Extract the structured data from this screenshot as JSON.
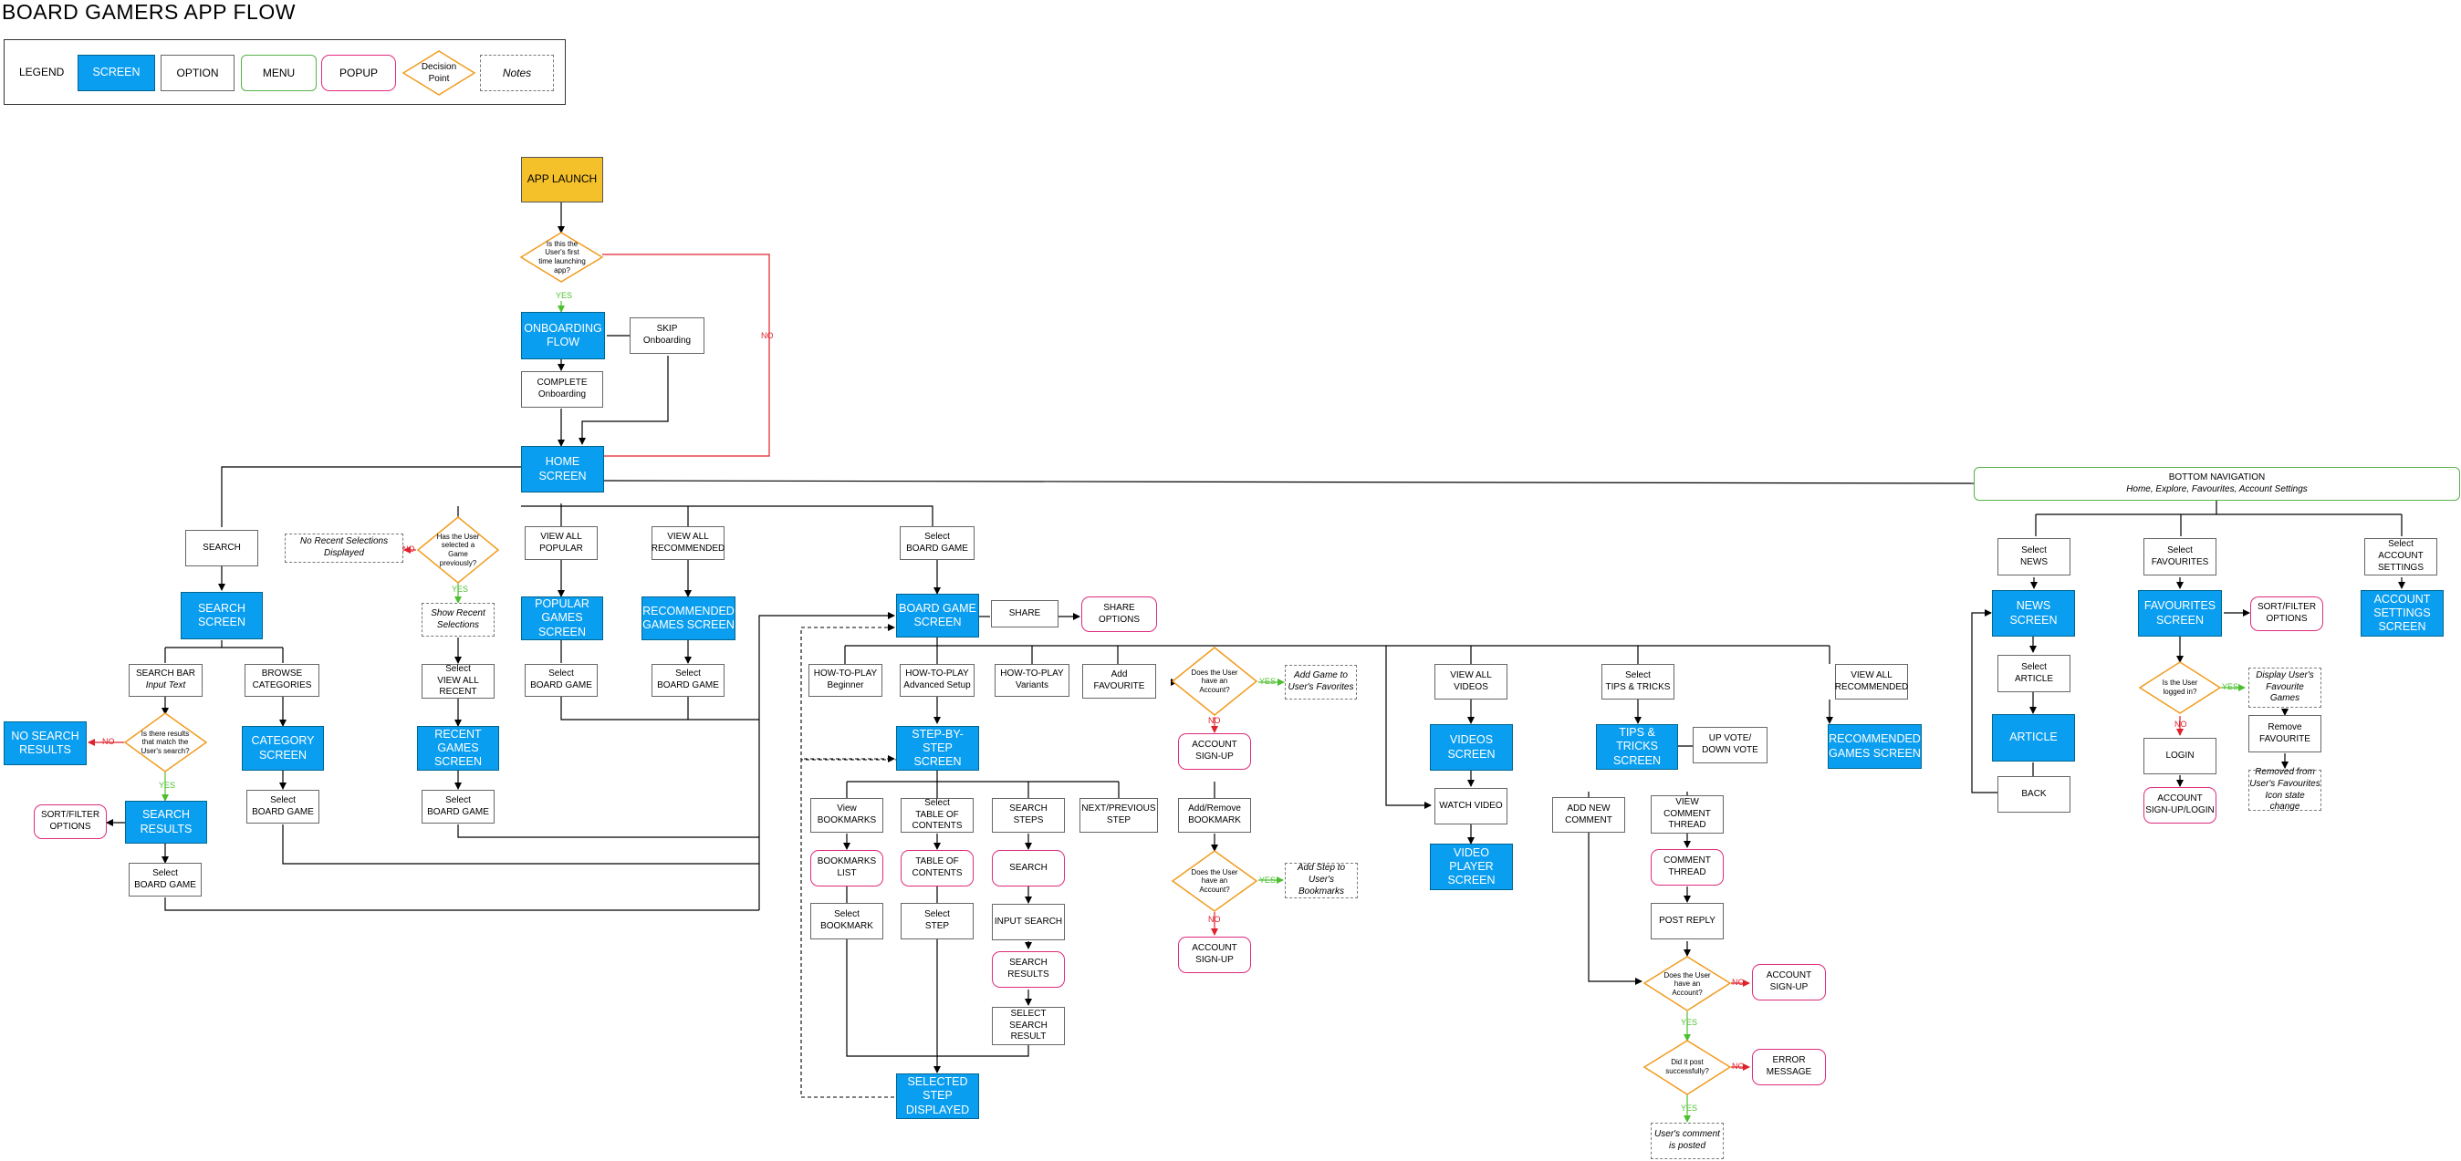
{
  "title": "BOARD GAMERS APP FLOW",
  "legend": {
    "label": "LEGEND",
    "items": {
      "screen": "SCREEN",
      "option": "OPTION",
      "menu": "MENU",
      "popup": "POPUP",
      "decision": "Decision\nPoint",
      "notes": "Notes"
    }
  },
  "colors": {
    "screen": "#0a9ef0",
    "launch": "#f5c12a",
    "menu_border": "#55b347",
    "popup_border": "#de2b7d",
    "decision_border": "#f29b1d",
    "yes": "#4cbf2f",
    "no": "#e0202a"
  },
  "labels": {
    "yes": "YES",
    "no": "NO"
  },
  "nodes": {
    "app_launch": "APP LAUNCH",
    "d_first_launch": "Is this the\nUser's first\ntime launching\napp?",
    "onboarding_flow": "ONBOARDING\nFLOW",
    "skip_onboarding": "SKIP\nOnboarding",
    "complete_onboarding": "COMPLETE\nOnboarding",
    "home_screen": "HOME\nSCREEN",
    "bottom_navigation": "BOTTOM NAVIGATION",
    "bottom_navigation_sub": "Home, Explore, Favourites, Account Settings",
    "search": "SEARCH",
    "d_recent": "Has the User\nselected a\nGame\npreviously?",
    "no_recent": "No Recent Selections\nDisplayed",
    "view_all_popular": "VIEW ALL\nPOPULAR",
    "view_all_recommended": "VIEW ALL\nRECOMMENDED",
    "select_board_game_home": "Select\nBOARD GAME",
    "search_screen": "SEARCH\nSCREEN",
    "show_recent": "Show Recent\nSelections",
    "popular_games_screen": "POPULAR\nGAMES\nSCREEN",
    "recommended_games_screen": "RECOMMENDED\nGAMES SCREEN",
    "board_game_screen": "BOARD GAME\nSCREEN",
    "share": "SHARE",
    "share_options": "SHARE\nOPTIONS",
    "search_bar_line1": "SEARCH BAR",
    "search_bar_line2": "Input Text",
    "browse_categories": "BROWSE\nCATEGORIES",
    "select_view_all_recent": "Select\nVIEW ALL\nRECENT",
    "select_board_game_popular": "Select\nBOARD GAME",
    "select_board_game_recommended": "Select\nBOARD GAME",
    "how_to_play_beginner": "HOW-TO-PLAY\nBeginner",
    "how_to_play_advanced": "HOW-TO-PLAY\nAdvanced Setup",
    "how_to_play_variants": "HOW-TO-PLAY\nVariants",
    "add_favourite": "Add\nFAVOURITE",
    "d_account_fav": "Does the User\nhave an\nAccount?",
    "add_game_favorites": "Add Game to\nUser's Favorites",
    "account_signup_fav": "ACCOUNT\nSIGN-UP",
    "d_search_match": "Is there results\nthat match the\nUser's search?",
    "no_search_results": "NO SEARCH\nRESULTS",
    "category_screen": "CATEGORY\nSCREEN",
    "recent_games_screen": "RECENT\nGAMES\nSCREEN",
    "step_by_step_screen": "STEP-BY-STEP\nSCREEN",
    "sort_filter_search": "SORT/FILTER\nOPTIONS",
    "search_results_screen": "SEARCH\nRESULTS",
    "select_board_game_category": "Select\nBOARD GAME",
    "select_board_game_recent": "Select\nBOARD GAME",
    "select_board_game_results": "Select\nBOARD GAME",
    "view_bookmarks": "View\nBOOKMARKS",
    "select_toc": "Select\nTABLE OF\nCONTENTS",
    "search_steps": "SEARCH\nSTEPS",
    "next_previous_step": "NEXT/PREVIOUS\nSTEP",
    "add_remove_bookmark": "Add/Remove\nBOOKMARK",
    "bookmarks_list": "BOOKMARKS\nLIST",
    "table_of_contents": "TABLE OF\nCONTENTS",
    "search_popup": "SEARCH",
    "d_account_bookmark": "Does the User\nhave an\nAccount?",
    "add_step_bookmarks": "Add Step to\nUser's\nBookmarks",
    "select_bookmark": "Select\nBOOKMARK",
    "select_step": "Select\nSTEP",
    "input_search": "INPUT SEARCH",
    "search_results_popup": "SEARCH\nRESULTS",
    "select_search_result": "SELECT\nSEARCH\nRESULT",
    "account_signup_bookmark": "ACCOUNT\nSIGN-UP",
    "selected_step_displayed": "SELECTED\nSTEP\nDISPLAYED",
    "view_all_videos": "VIEW ALL\nVIDEOS",
    "select_tips_tricks": "Select\nTIPS & TRICKS",
    "view_all_recommended_bg": "VIEW ALL\nRECOMMENDED",
    "videos_screen": "VIDEOS\nSCREEN",
    "tips_tricks_screen": "TIPS & TRICKS\nSCREEN",
    "up_down_vote": "UP VOTE/\nDOWN VOTE",
    "recommended_games_screen_2": "RECOMMENDED\nGAMES SCREEN",
    "watch_video": "WATCH VIDEO",
    "add_new_comment": "ADD NEW\nCOMMENT",
    "view_comment_thread": "VIEW\nCOMMENT\nTHREAD",
    "video_player_screen": "VIDEO PLAYER\nSCREEN",
    "comment_thread": "COMMENT\nTHREAD",
    "post_reply": "POST REPLY",
    "d_account_comment": "Does the User\nhave an\nAccount?",
    "account_signup_comment": "ACCOUNT\nSIGN-UP",
    "d_post_success": "Did it post\nsuccessfully?",
    "error_message": "ERROR\nMESSAGE",
    "comment_posted": "User's comment\nis posted",
    "select_news": "Select\nNEWS",
    "select_favourites": "Select\nFAVOURITES",
    "select_account_settings": "Select\nACCOUNT\nSETTINGS",
    "news_screen": "NEWS\nSCREEN",
    "favourites_screen": "FAVOURITES\nSCREEN",
    "sort_filter_fav": "SORT/FILTER\nOPTIONS",
    "account_settings_screen": "ACCOUNT\nSETTINGS\nSCREEN",
    "select_article": "Select\nARTICLE",
    "d_logged_in": "Is the User\nlogged in?",
    "display_fav_games": "Display User's\nFavourite\nGames",
    "article_screen": "ARTICLE",
    "remove_favourite": "Remove\nFAVOURITE",
    "login": "LOGIN",
    "back": "BACK",
    "removed_from_fav": "Removed from\nUser's Favourites\nIcon state change",
    "account_signup_login": "ACCOUNT\nSIGN-UP/LOGIN"
  }
}
